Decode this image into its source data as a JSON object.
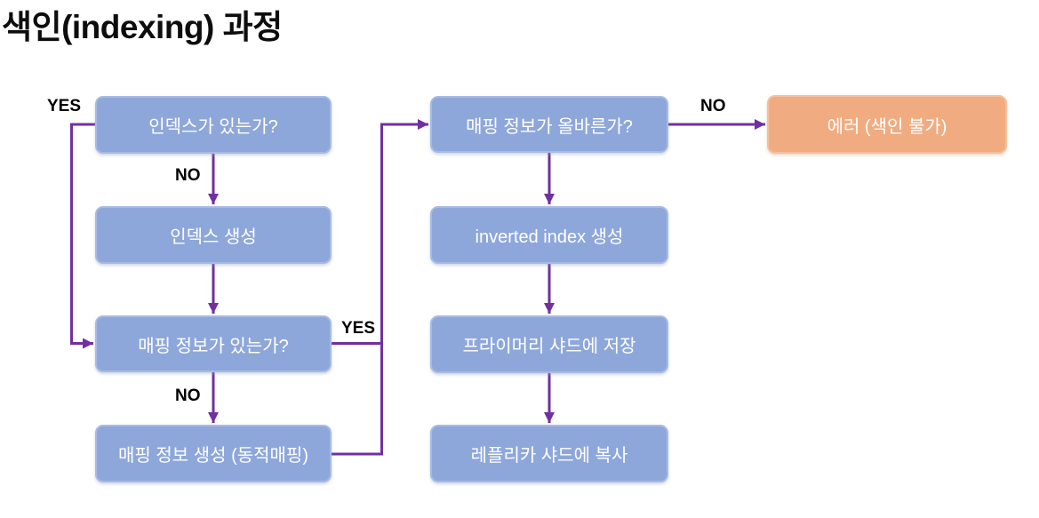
{
  "title": "색인(indexing) 과정",
  "colors": {
    "node-fill": "#8EA7DA",
    "node-border": "#A9BAE3",
    "node-text": "#FFFFFF",
    "error-fill": "#F0AC80",
    "error-border": "#F4C09E",
    "arrow": "#7030A0",
    "label-text": "#000000",
    "title-text": "#0D0D0D"
  },
  "nodes": {
    "has_index": {
      "label": "인덱스가 있는가?"
    },
    "create_index": {
      "label": "인덱스 생성"
    },
    "has_mapping": {
      "label": "매핑 정보가 있는가?"
    },
    "create_mapping": {
      "label": "매핑 정보 생성 (동적매핑)"
    },
    "mapping_valid": {
      "label": "매핑 정보가 올바른가?"
    },
    "inverted_index": {
      "label": "inverted index 생성"
    },
    "primary_shard": {
      "label": "프라이머리 샤드에 저장"
    },
    "replica_shard": {
      "label": "레플리카 샤드에 복사"
    },
    "error": {
      "label": "에러 (색인 불가)"
    }
  },
  "edge_labels": {
    "yes_has_index": "YES",
    "no_has_index": "NO",
    "no_has_mapping": "NO",
    "yes_has_mapping": "YES",
    "no_mapping_valid": "NO"
  }
}
